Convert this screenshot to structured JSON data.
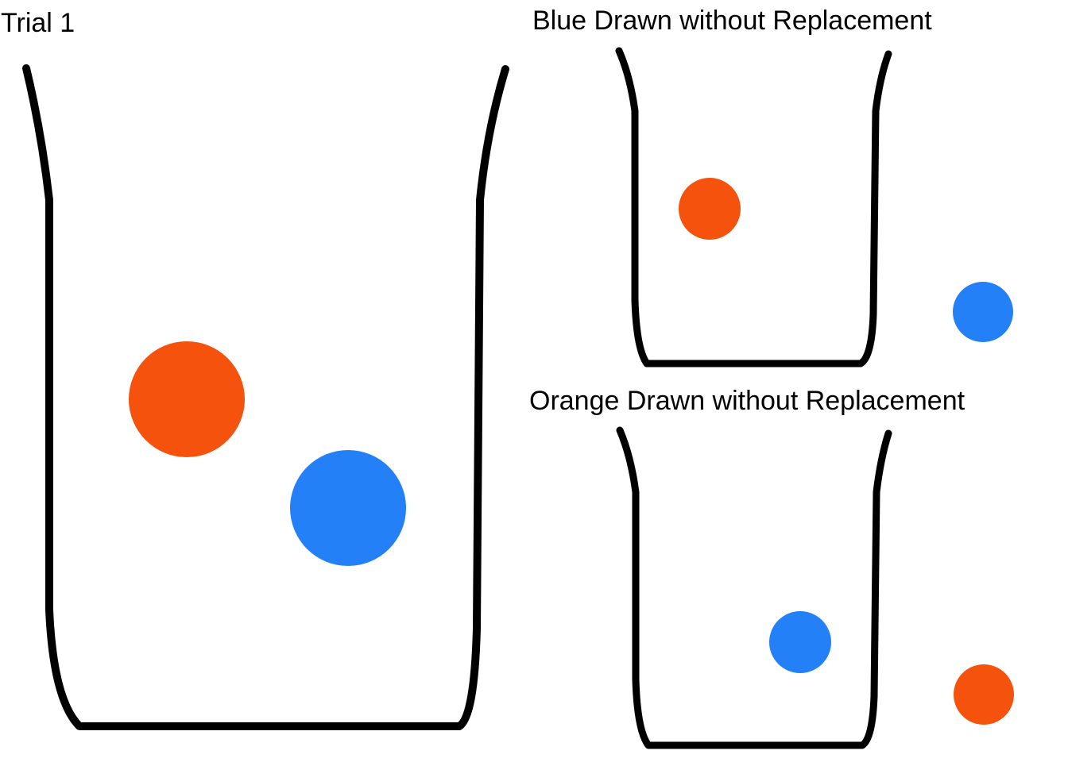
{
  "colors": {
    "orange": "#F5530D",
    "blue": "#2380F6",
    "outline": "#000000",
    "background": "#FFFFFF"
  },
  "diagram": {
    "trial": {
      "title": "Trial 1",
      "urn_contents": [
        "orange",
        "blue"
      ]
    },
    "blue_drawn": {
      "title": "Blue Drawn without Replacement",
      "urn_contents": [
        "orange"
      ],
      "drawn_ball": "blue"
    },
    "orange_drawn": {
      "title": "Orange Drawn without Replacement",
      "urn_contents": [
        "blue"
      ],
      "drawn_ball": "orange"
    }
  }
}
